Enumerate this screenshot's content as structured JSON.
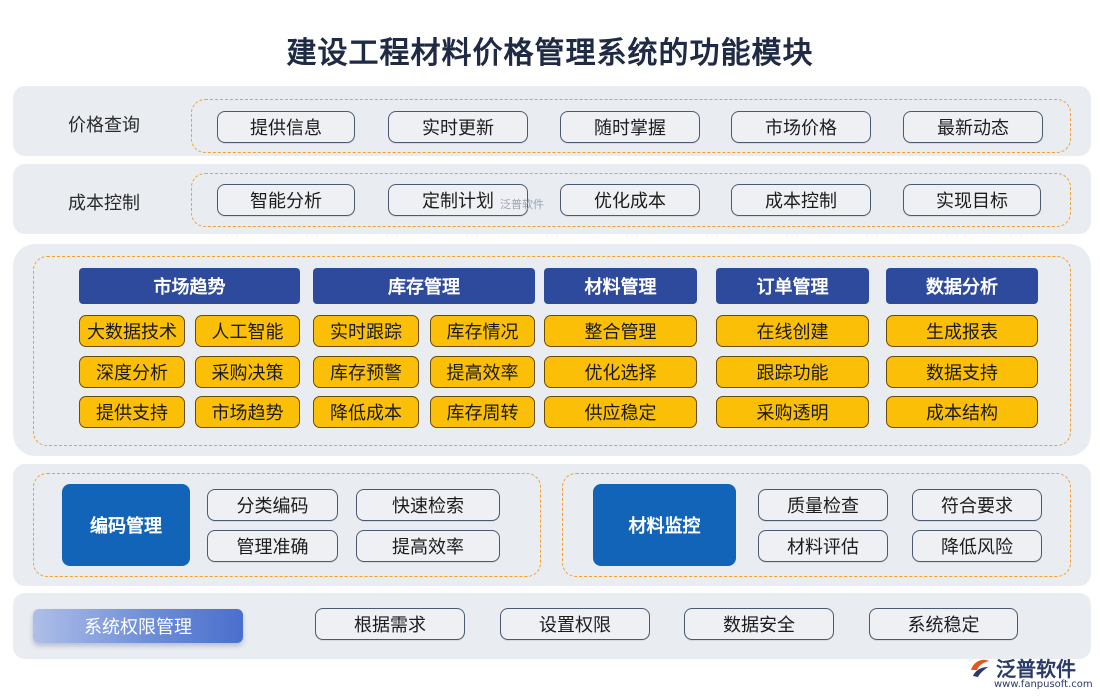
{
  "title": "建设工程材料价格管理系统的功能模块",
  "price_query": {
    "label": "价格查询",
    "items": [
      "提供信息",
      "实时更新",
      "随时掌握",
      "市场价格",
      "最新动态"
    ]
  },
  "cost_control": {
    "label": "成本控制",
    "items": [
      "智能分析",
      "定制计划",
      "优化成本",
      "成本控制",
      "实现目标"
    ]
  },
  "modules": [
    {
      "header": "市场趋势",
      "items": [
        "大数据技术",
        "人工智能",
        "深度分析",
        "采购决策",
        "提供支持",
        "市场趋势"
      ]
    },
    {
      "header": "库存管理",
      "items": [
        "实时跟踪",
        "库存情况",
        "库存预警",
        "提高效率",
        "降低成本",
        "库存周转"
      ]
    },
    {
      "header": "材料管理",
      "items": [
        "整合管理",
        "优化选择",
        "供应稳定"
      ]
    },
    {
      "header": "订单管理",
      "items": [
        "在线创建",
        "跟踪功能",
        "采购透明"
      ]
    },
    {
      "header": "数据分析",
      "items": [
        "生成报表",
        "数据支持",
        "成本结构"
      ]
    }
  ],
  "coding": {
    "label": "编码管理",
    "items": [
      "分类编码",
      "快速检索",
      "管理准确",
      "提高效率"
    ]
  },
  "monitoring": {
    "label": "材料监控",
    "items": [
      "质量检查",
      "符合要求",
      "材料评估",
      "降低风险"
    ]
  },
  "permissions": {
    "label": "系统权限管理",
    "items": [
      "根据需求",
      "设置权限",
      "数据安全",
      "系统稳定"
    ]
  },
  "watermark": "泛普软件",
  "logo": {
    "text": "泛普软件",
    "url": "www.fanpusoft.com",
    "icon": "fanpu-logo-icon"
  },
  "colors": {
    "header_blue": "#2d4a9c",
    "item_yellow": "#fbbf08",
    "block_blue": "#1164b8",
    "dash_orange": "#f0a030",
    "panel_gray": "#e9ecf1"
  }
}
